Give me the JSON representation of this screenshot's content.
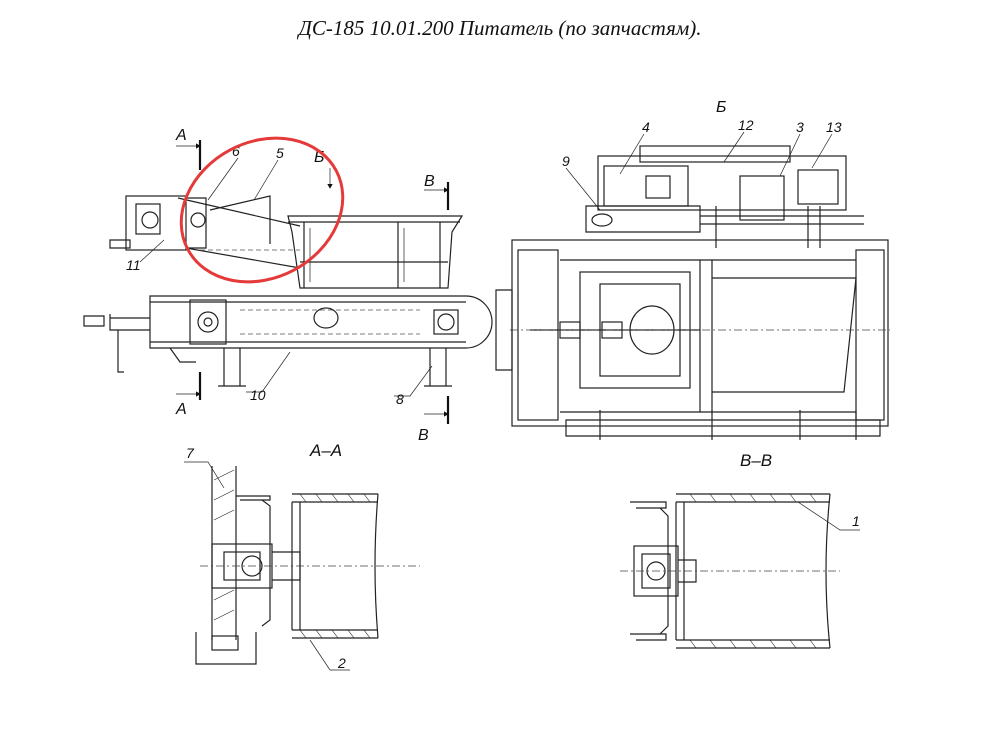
{
  "title": "ДС-185 10.01.200 Питатель (по запчастям).",
  "views": {
    "section_a": "А",
    "section_b": "Б",
    "section_v": "В",
    "section_aa": "А–А",
    "section_vv": "В–В"
  },
  "callouts": [
    "1",
    "2",
    "3",
    "4",
    "5",
    "6",
    "7",
    "8",
    "9",
    "10",
    "11",
    "12",
    "13"
  ],
  "highlight": {
    "color": "#e53a3a"
  }
}
